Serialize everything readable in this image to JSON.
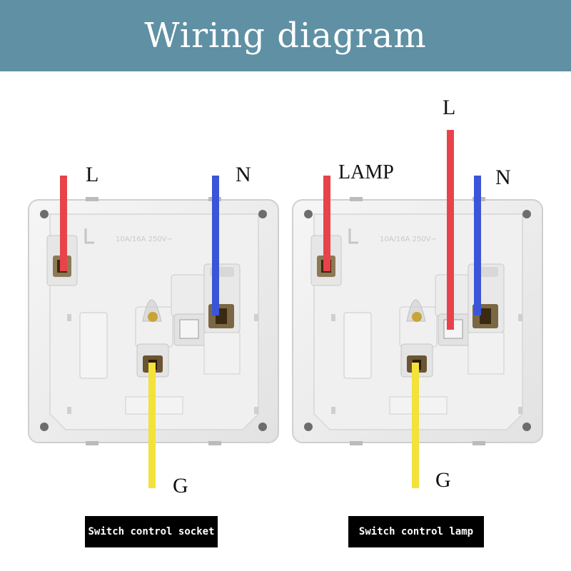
{
  "title": "Wiring diagram",
  "panels": [
    {
      "caption": "Switch control socket",
      "wires": {
        "line": "L",
        "neutral": "N",
        "ground": "G"
      },
      "plate_text": "10A/16A 250V~"
    },
    {
      "caption": "Switch control lamp",
      "wires": {
        "lamp": "LAMP",
        "line": "L",
        "neutral": "N",
        "ground": "G"
      },
      "plate_text": "10A/16A 250V~"
    }
  ],
  "colors": {
    "header": "#5f90a4",
    "line_wire": "#e8434b",
    "neutral_wire": "#3a55d8",
    "ground_wire": "#f2e23a",
    "plate": "#ededed"
  }
}
